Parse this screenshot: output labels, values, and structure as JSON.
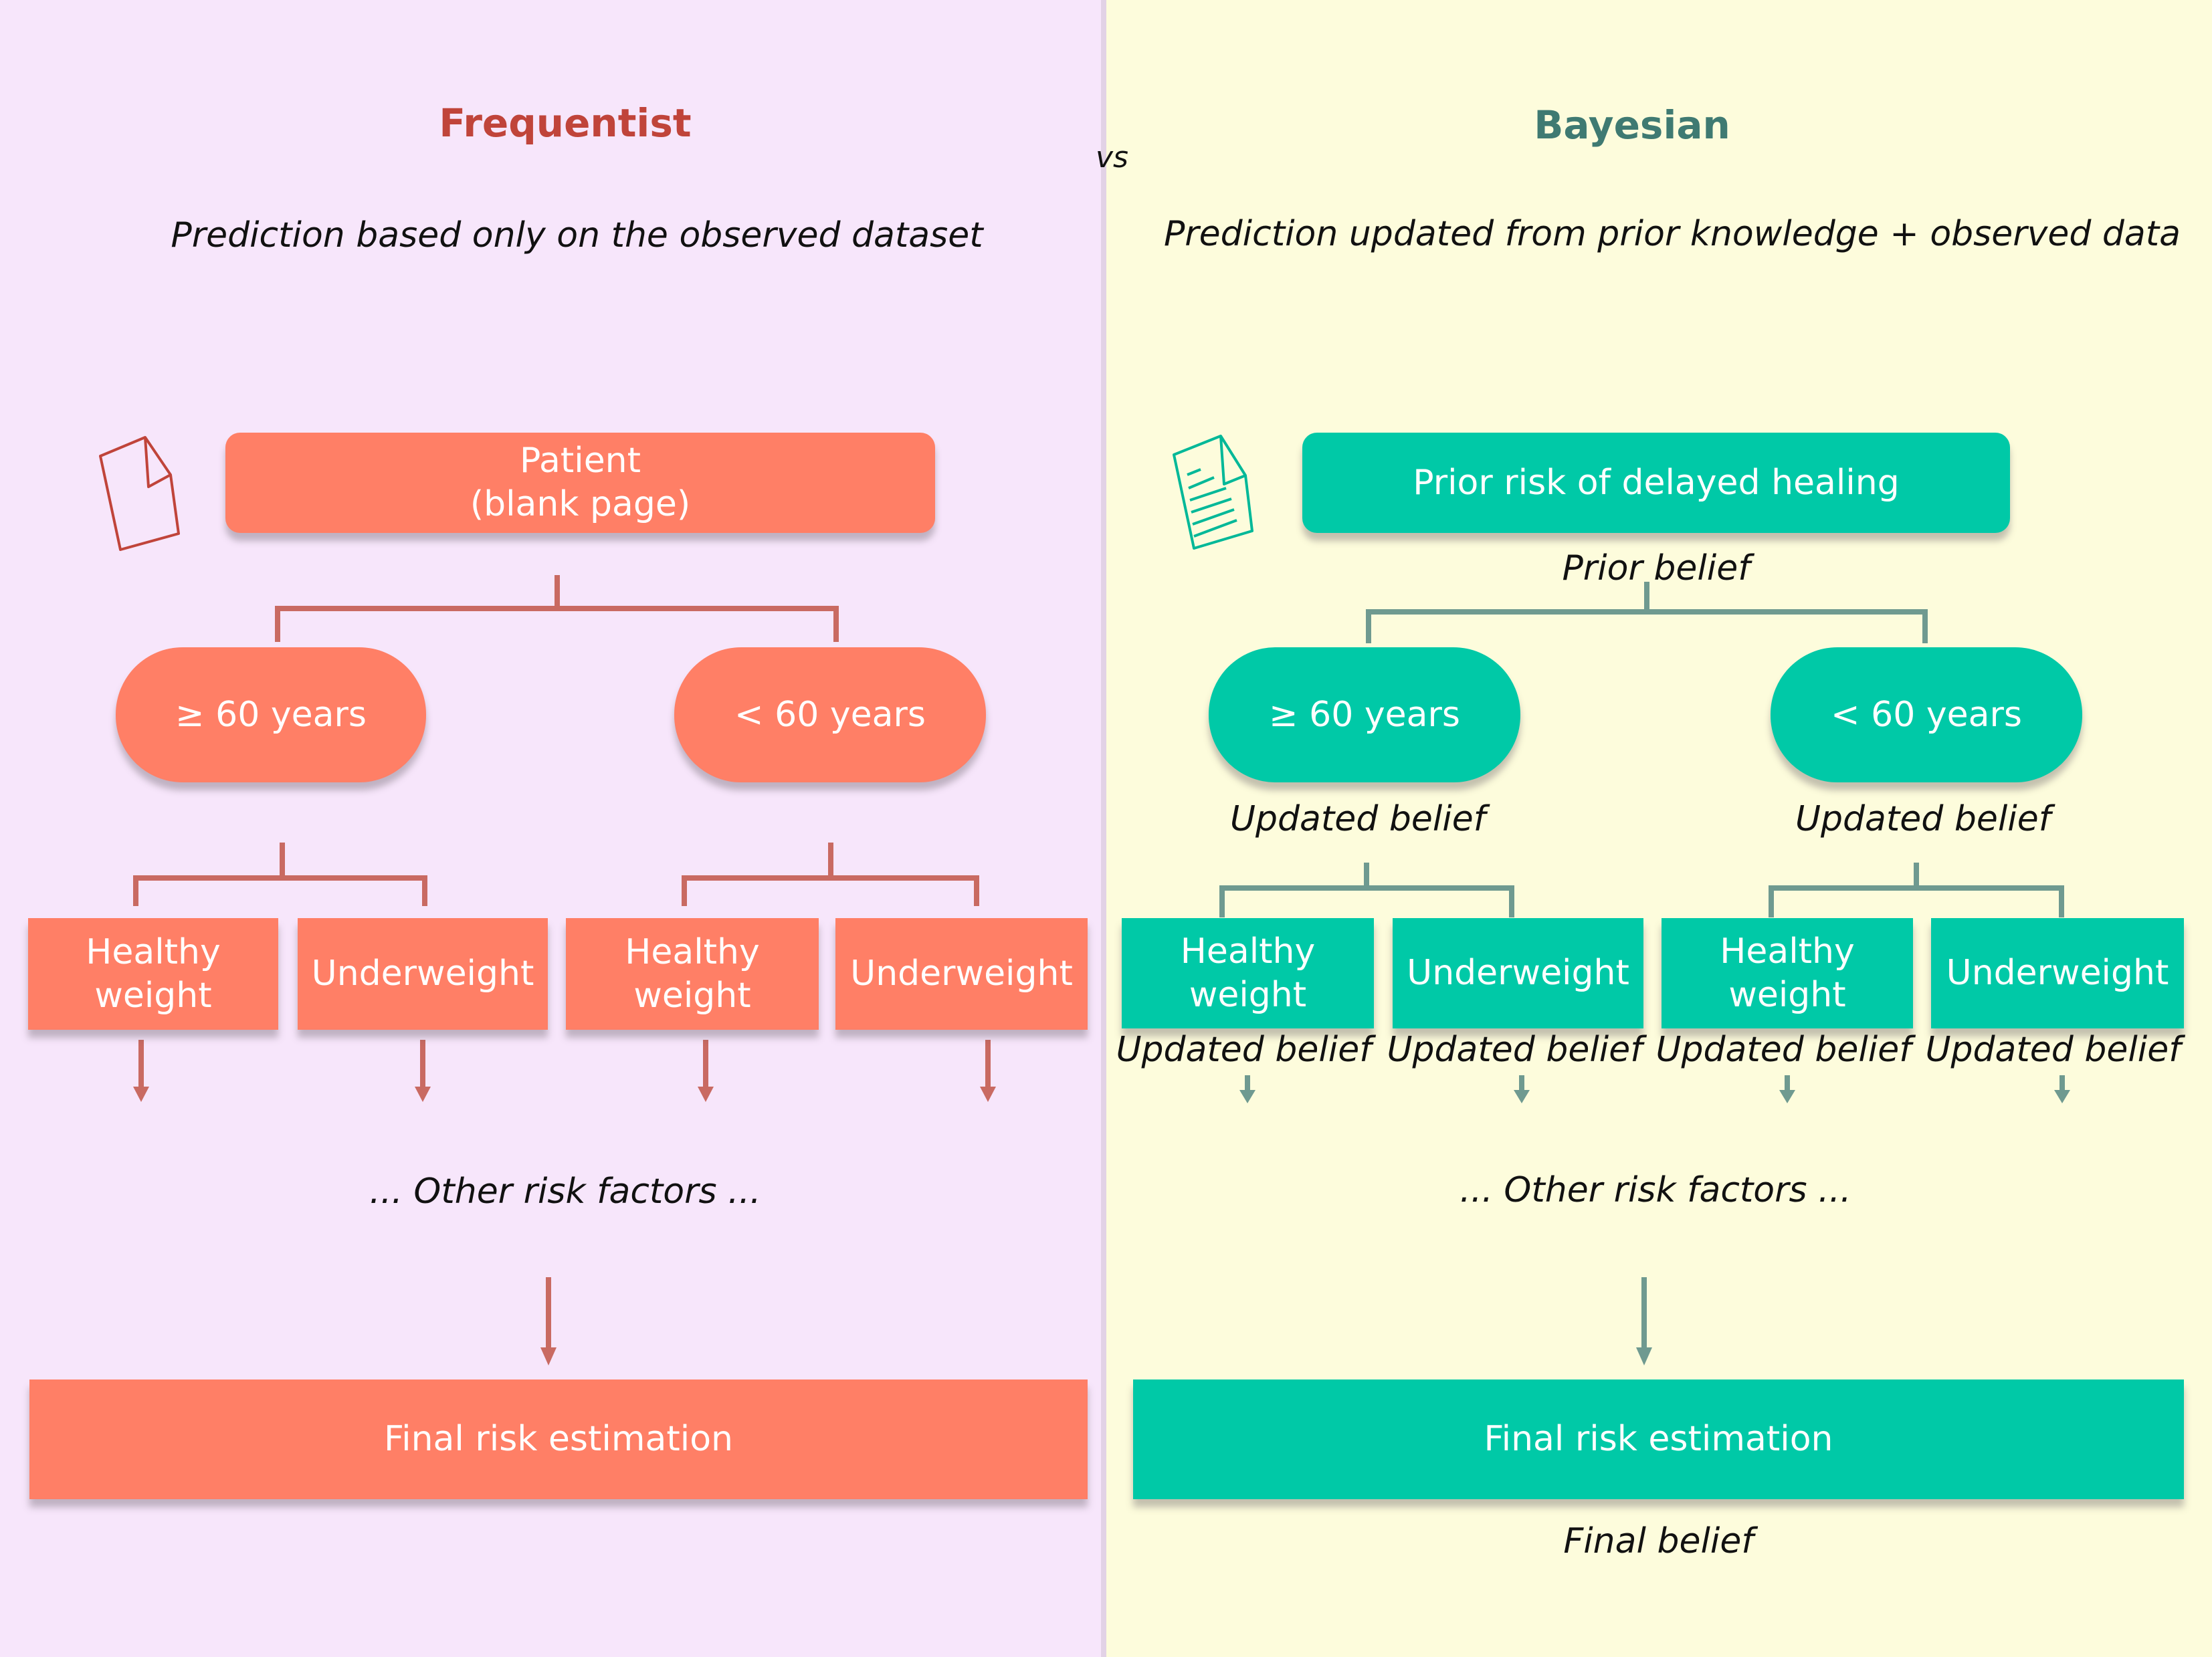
{
  "separator": "vs",
  "frequentist": {
    "title": "Frequentist",
    "subtitle": "Prediction based only on the observed dataset",
    "root_icon": "blank-document-icon",
    "root": "Patient\n(blank page)",
    "age_groups": [
      "≥ 60 years",
      "< 60 years"
    ],
    "leaves": [
      "Healthy\nweight",
      "Underweight",
      "Healthy\nweight",
      "Underweight"
    ],
    "other_factors": "... Other risk factors ...",
    "final": "Final risk estimation"
  },
  "bayesian": {
    "title": "Bayesian",
    "subtitle": "Prediction updated from prior knowledge + observed data",
    "root_icon": "filled-document-icon",
    "root": "Prior risk of delayed healing",
    "root_note": "Prior belief",
    "age_groups": [
      "≥ 60 years",
      "< 60 years"
    ],
    "age_notes": [
      "Updated belief",
      "Updated belief"
    ],
    "leaves": [
      "Healthy\nweight",
      "Underweight",
      "Healthy\nweight",
      "Underweight"
    ],
    "leaf_notes": [
      "Updated belief",
      "Updated belief",
      "Updated belief",
      "Updated belief"
    ],
    "other_factors": "... Other risk factors ...",
    "final": "Final risk estimation",
    "final_note": "Final belief"
  },
  "colors": {
    "frequentist_accent": "#ff7f66",
    "frequentist_title": "#c0443a",
    "frequentist_line": "#c96a62",
    "bayesian_accent": "#00c9a7",
    "bayesian_title": "#3f7a72",
    "bayesian_line": "#6f9a90",
    "left_background": "#f7e6fb",
    "right_background": "#fdfcdc"
  }
}
